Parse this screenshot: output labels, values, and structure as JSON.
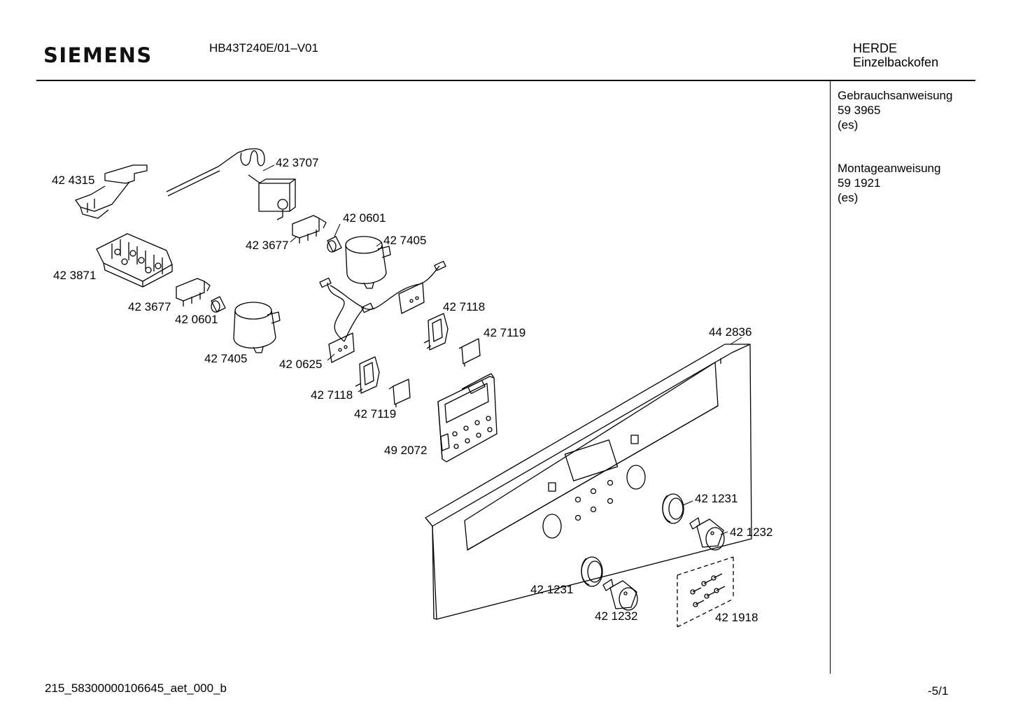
{
  "header": {
    "brand": "SIEMENS",
    "model": "HB43T240E/01–V01",
    "category_line1": "HERDE",
    "category_line2": "Einzelbackofen"
  },
  "sidebar": {
    "docs": [
      {
        "title": "Gebrauchsanweisung",
        "number": "59 3965",
        "lang": "(es)"
      },
      {
        "title": "Montageanweisung",
        "number": "59 1921",
        "lang": "(es)"
      }
    ]
  },
  "parts": [
    {
      "id": "p-424315",
      "number": "42 4315"
    },
    {
      "id": "p-423707",
      "number": "42 3707"
    },
    {
      "id": "p-420601a",
      "number": "42 0601"
    },
    {
      "id": "p-427405a",
      "number": "42 7405"
    },
    {
      "id": "p-423677a",
      "number": "42 3677"
    },
    {
      "id": "p-423871",
      "number": "42 3871"
    },
    {
      "id": "p-423677b",
      "number": "42 3677"
    },
    {
      "id": "p-420601b",
      "number": "42 0601"
    },
    {
      "id": "p-427405b",
      "number": "42 7405"
    },
    {
      "id": "p-427118a",
      "number": "42 7118"
    },
    {
      "id": "p-427119a",
      "number": "42 7119"
    },
    {
      "id": "p-420625",
      "number": "42 0625"
    },
    {
      "id": "p-427118b",
      "number": "42 7118"
    },
    {
      "id": "p-427119b",
      "number": "42 7119"
    },
    {
      "id": "p-492072",
      "number": "49 2072"
    },
    {
      "id": "p-442836",
      "number": "44 2836"
    },
    {
      "id": "p-421231a",
      "number": "42 1231"
    },
    {
      "id": "p-421232a",
      "number": "42 1232"
    },
    {
      "id": "p-421231b",
      "number": "42 1231"
    },
    {
      "id": "p-421232b",
      "number": "42 1232"
    },
    {
      "id": "p-421918",
      "number": "42 1918"
    }
  ],
  "footer": {
    "code": "215_58300000106645_aet_000_b",
    "page": "-5/1"
  }
}
